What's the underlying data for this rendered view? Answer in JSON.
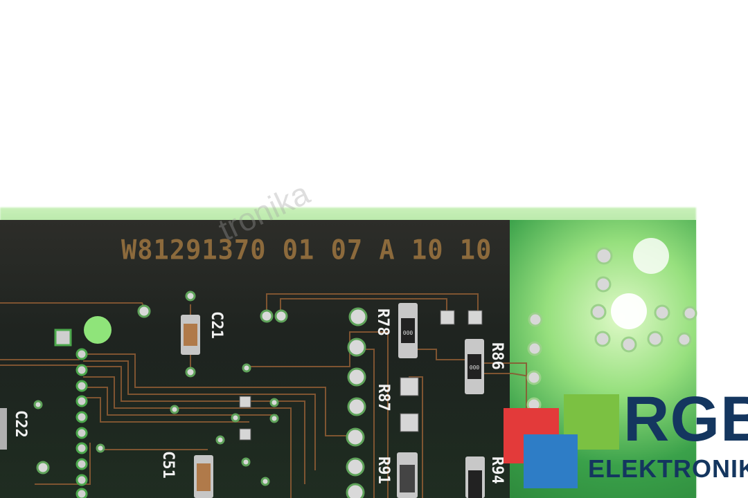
{
  "board": {
    "part_code": "W81291370 01 07 A 10 10",
    "watermark": "tronika",
    "labels": {
      "c21": "C21",
      "c22": "C22",
      "c51": "C51",
      "r78": "R78",
      "r86": "R86",
      "r87": "R87",
      "r91": "R91",
      "r94": "R94"
    }
  },
  "logo": {
    "line1": "RGB",
    "line2": "ELEKTRONIKA",
    "colors": {
      "red": "#e33a3a",
      "green": "#7bc142",
      "blue": "#2e7dc6",
      "text": "#14365f"
    }
  }
}
